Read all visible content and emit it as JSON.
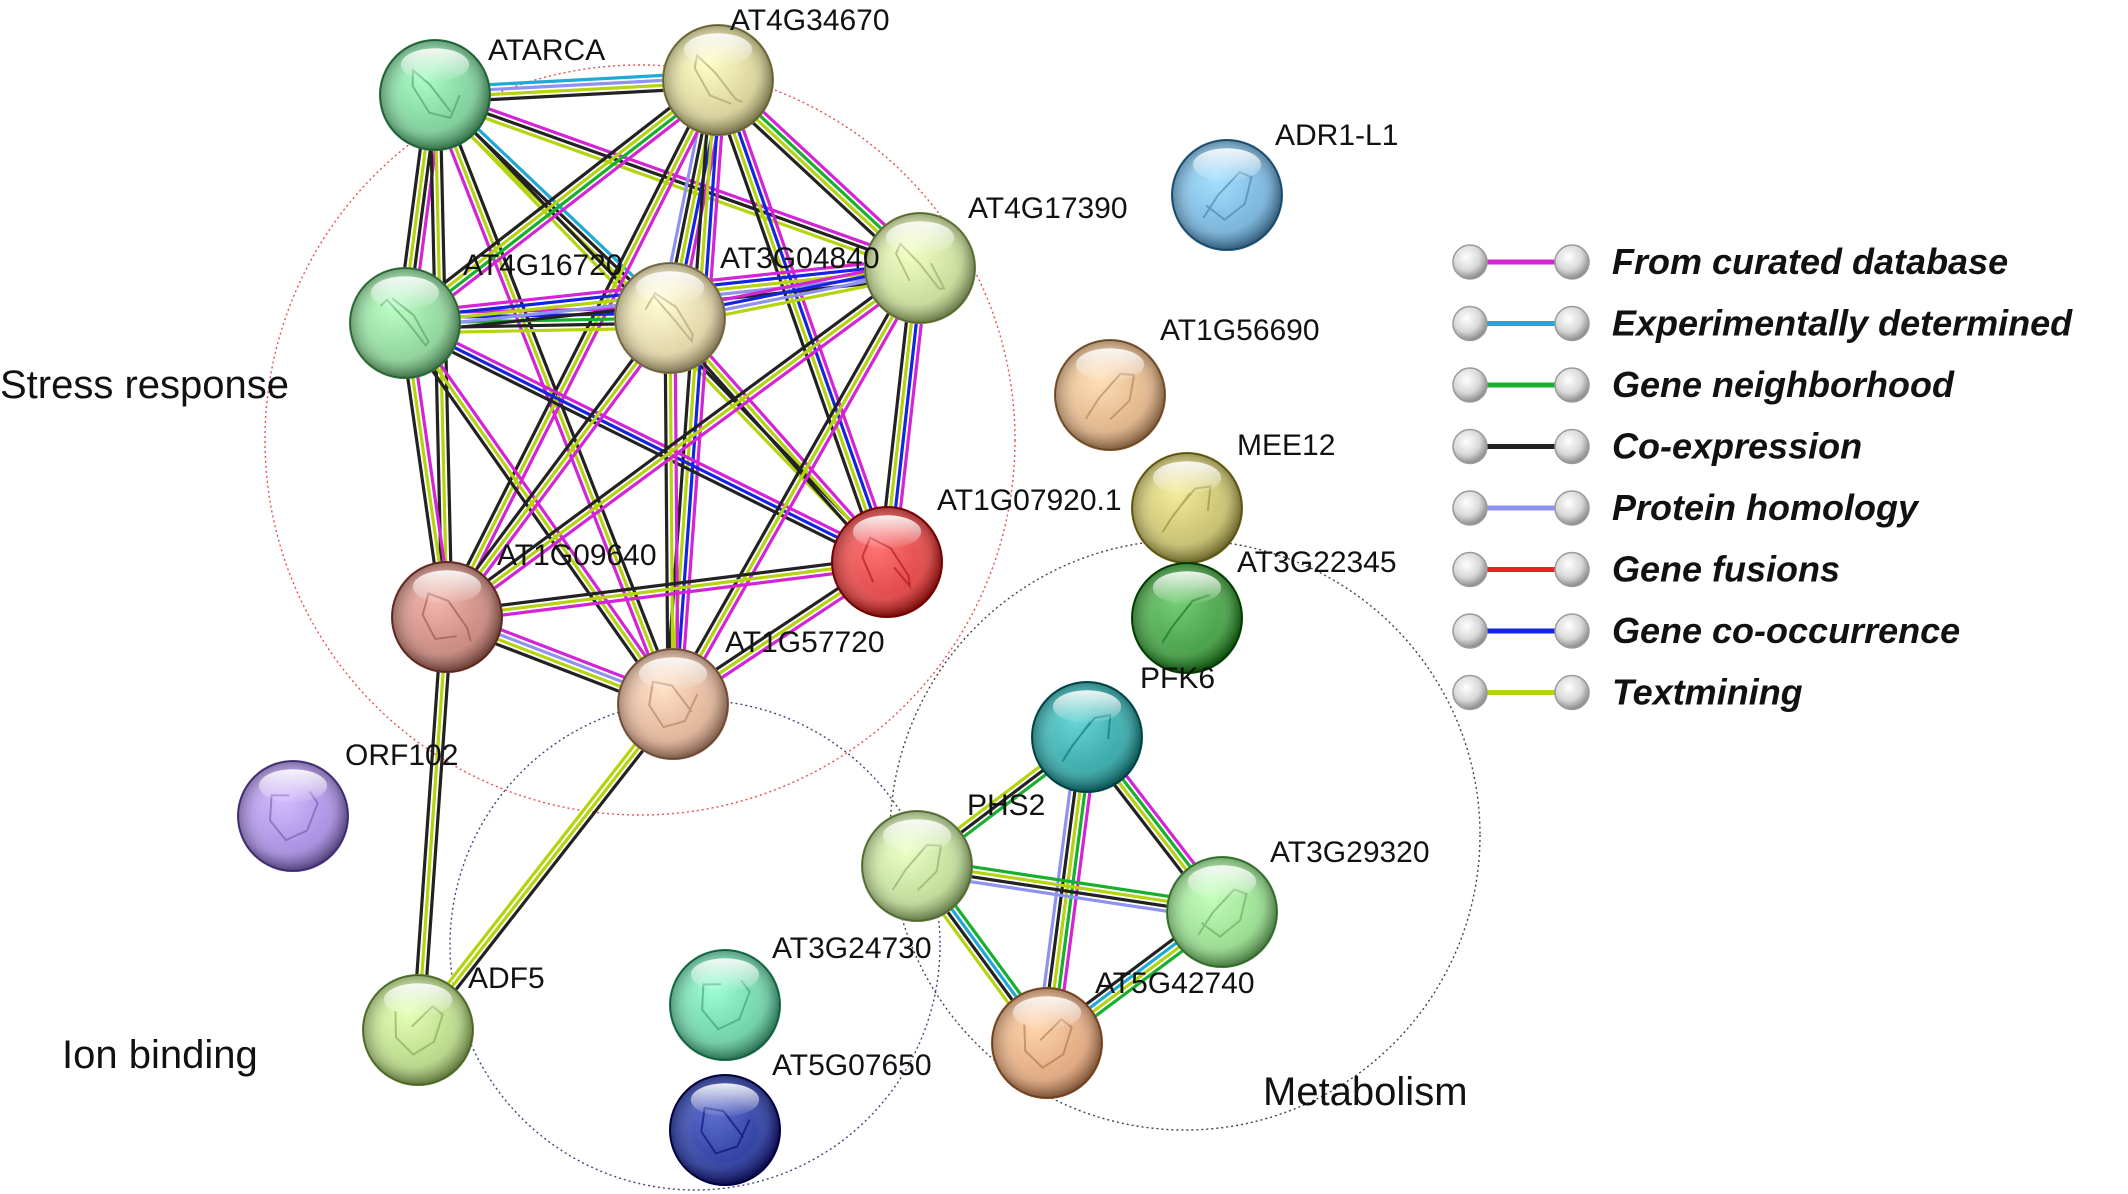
{
  "groups": [
    {
      "id": "stress",
      "label": "Stress response",
      "ring_color": "#e85050"
    },
    {
      "id": "ion",
      "label": "Ion binding",
      "ring_color": "#3a4a7a"
    },
    {
      "id": "metab",
      "label": "Metabolism",
      "ring_color": "#444444"
    }
  ],
  "evidence_types": [
    {
      "key": "curated",
      "label": "From curated database",
      "color": "#d324d6"
    },
    {
      "key": "experimental",
      "label": "Experimentally determined",
      "color": "#1fa9d6"
    },
    {
      "key": "neighborhood",
      "label": "Gene neighborhood",
      "color": "#16b02e"
    },
    {
      "key": "coexpression",
      "label": "Co-expression",
      "color": "#222222"
    },
    {
      "key": "homology",
      "label": "Protein homology",
      "color": "#8f93f0"
    },
    {
      "key": "fusion",
      "label": "Gene fusions",
      "color": "#ee1f1f"
    },
    {
      "key": "cooccurrence",
      "label": "Gene co-occurrence",
      "color": "#1424e0"
    },
    {
      "key": "textmining",
      "label": "Textmining",
      "color": "#b5d40f"
    }
  ],
  "nodes": [
    {
      "id": "ATARCA",
      "label": "ATARCA",
      "color": "#7fcf9a"
    },
    {
      "id": "AT4G34670",
      "label": "AT4G34670",
      "color": "#d8d29a"
    },
    {
      "id": "AT4G17390",
      "label": "AT4G17390",
      "color": "#c8dc9a"
    },
    {
      "id": "AT4G16720",
      "label": "AT4G16720",
      "color": "#8fd49a"
    },
    {
      "id": "AT3G04840",
      "label": "AT3G04840",
      "color": "#e2d4a8"
    },
    {
      "id": "AT1G07920.1",
      "label": "AT1G07920.1",
      "color": "#e04848"
    },
    {
      "id": "AT1G09640",
      "label": "AT1G09640",
      "color": "#c88a80"
    },
    {
      "id": "AT1G57720",
      "label": "AT1G57720",
      "color": "#e0b49a"
    },
    {
      "id": "ORF102",
      "label": "ORF102",
      "color": "#a890e0"
    },
    {
      "id": "ADF5",
      "label": "ADF5",
      "color": "#b8d88a"
    },
    {
      "id": "ADR1-L1",
      "label": "ADR1-L1",
      "color": "#7ab4dc"
    },
    {
      "id": "AT1G56690",
      "label": "AT1G56690",
      "color": "#e0b48a"
    },
    {
      "id": "MEE12",
      "label": "MEE12",
      "color": "#c8c070"
    },
    {
      "id": "AT3G22345",
      "label": "AT3G22345",
      "color": "#48a048"
    },
    {
      "id": "PFK6",
      "label": "PFK6",
      "color": "#3aa8a8"
    },
    {
      "id": "PHS2",
      "label": "PHS2",
      "color": "#c0dc9a"
    },
    {
      "id": "AT3G29320",
      "label": "AT3G29320",
      "color": "#98dc90"
    },
    {
      "id": "AT5G42740",
      "label": "AT5G42740",
      "color": "#e0a880"
    },
    {
      "id": "AT3G24730",
      "label": "AT3G24730",
      "color": "#70d0a8"
    },
    {
      "id": "AT5G07650",
      "label": "AT5G07650",
      "color": "#3040a0"
    }
  ],
  "edges": [
    {
      "source": "ATARCA",
      "target": "AT4G34670",
      "evidence": [
        "experimental",
        "homology",
        "textmining",
        "coexpression"
      ]
    },
    {
      "source": "ATARCA",
      "target": "AT4G16720",
      "evidence": [
        "curated",
        "coexpression",
        "textmining",
        "coexpression"
      ]
    },
    {
      "source": "ATARCA",
      "target": "AT3G04840",
      "evidence": [
        "experimental",
        "coexpression",
        "textmining"
      ]
    },
    {
      "source": "ATARCA",
      "target": "AT4G17390",
      "evidence": [
        "curated",
        "coexpression",
        "textmining"
      ]
    },
    {
      "source": "ATARCA",
      "target": "AT1G09640",
      "evidence": [
        "coexpression",
        "textmining",
        "coexpression"
      ]
    },
    {
      "source": "ATARCA",
      "target": "AT1G57720",
      "evidence": [
        "coexpression",
        "textmining",
        "curated"
      ]
    },
    {
      "source": "ATARCA",
      "target": "AT1G07920.1",
      "evidence": [
        "coexpression",
        "textmining"
      ]
    },
    {
      "source": "AT4G34670",
      "target": "AT4G16720",
      "evidence": [
        "curated",
        "neighborhood",
        "textmining",
        "coexpression"
      ]
    },
    {
      "source": "AT4G34670",
      "target": "AT3G04840",
      "evidence": [
        "curated",
        "cooccurrence",
        "textmining",
        "coexpression",
        "homology"
      ]
    },
    {
      "source": "AT4G34670",
      "target": "AT4G17390",
      "evidence": [
        "curated",
        "neighborhood",
        "textmining",
        "coexpression"
      ]
    },
    {
      "source": "AT4G34670",
      "target": "AT1G07920.1",
      "evidence": [
        "curated",
        "cooccurrence",
        "textmining",
        "coexpression"
      ]
    },
    {
      "source": "AT4G34670",
      "target": "AT1G09640",
      "evidence": [
        "curated",
        "textmining",
        "coexpression"
      ]
    },
    {
      "source": "AT4G34670",
      "target": "AT1G57720",
      "evidence": [
        "curated",
        "cooccurrence",
        "textmining",
        "coexpression"
      ]
    },
    {
      "source": "AT4G16720",
      "target": "AT3G04840",
      "evidence": [
        "curated",
        "cooccurrence",
        "neighborhood",
        "coexpression",
        "textmining"
      ]
    },
    {
      "source": "AT4G16720",
      "target": "AT4G17390",
      "evidence": [
        "curated",
        "cooccurrence",
        "textmining",
        "homology",
        "coexpression"
      ]
    },
    {
      "source": "AT4G16720",
      "target": "AT1G07920.1",
      "evidence": [
        "curated",
        "cooccurrence",
        "coexpression"
      ]
    },
    {
      "source": "AT4G16720",
      "target": "AT1G09640",
      "evidence": [
        "curated",
        "textmining",
        "coexpression"
      ]
    },
    {
      "source": "AT4G16720",
      "target": "AT1G57720",
      "evidence": [
        "curated",
        "textmining",
        "coexpression"
      ]
    },
    {
      "source": "AT3G04840",
      "target": "AT4G17390",
      "evidence": [
        "curated",
        "cooccurrence",
        "homology",
        "textmining"
      ]
    },
    {
      "source": "AT3G04840",
      "target": "AT1G07920.1",
      "evidence": [
        "curated",
        "textmining",
        "coexpression"
      ]
    },
    {
      "source": "AT3G04840",
      "target": "AT1G09640",
      "evidence": [
        "curated",
        "textmining",
        "coexpression"
      ]
    },
    {
      "source": "AT3G04840",
      "target": "AT1G57720",
      "evidence": [
        "curated",
        "textmining",
        "coexpression"
      ]
    },
    {
      "source": "AT4G17390",
      "target": "AT1G07920.1",
      "evidence": [
        "curated",
        "cooccurrence",
        "textmining",
        "coexpression"
      ]
    },
    {
      "source": "AT4G17390",
      "target": "AT1G09640",
      "evidence": [
        "curated",
        "textmining",
        "coexpression"
      ]
    },
    {
      "source": "AT4G17390",
      "target": "AT1G57720",
      "evidence": [
        "curated",
        "textmining",
        "coexpression"
      ]
    },
    {
      "source": "AT1G07920.1",
      "target": "AT1G09640",
      "evidence": [
        "curated",
        "textmining",
        "coexpression"
      ]
    },
    {
      "source": "AT1G07920.1",
      "target": "AT1G57720",
      "evidence": [
        "curated",
        "textmining",
        "coexpression"
      ]
    },
    {
      "source": "AT1G09640",
      "target": "AT1G57720",
      "evidence": [
        "curated",
        "homology",
        "textmining",
        "coexpression"
      ]
    },
    {
      "source": "AT1G09640",
      "target": "ADF5",
      "evidence": [
        "coexpression",
        "textmining",
        "coexpression"
      ]
    },
    {
      "source": "AT1G57720",
      "target": "ADF5",
      "evidence": [
        "coexpression",
        "textmining",
        "textmining"
      ]
    },
    {
      "source": "PFK6",
      "target": "PHS2",
      "evidence": [
        "neighborhood",
        "coexpression",
        "textmining"
      ]
    },
    {
      "source": "PFK6",
      "target": "AT3G29320",
      "evidence": [
        "curated",
        "neighborhood",
        "textmining",
        "coexpression"
      ]
    },
    {
      "source": "PFK6",
      "target": "AT5G42740",
      "evidence": [
        "curated",
        "neighborhood",
        "textmining",
        "coexpression",
        "homology"
      ]
    },
    {
      "source": "PHS2",
      "target": "AT3G29320",
      "evidence": [
        "neighborhood",
        "textmining",
        "coexpression",
        "homology"
      ]
    },
    {
      "source": "PHS2",
      "target": "AT5G42740",
      "evidence": [
        "neighborhood",
        "experimental",
        "coexpression",
        "textmining"
      ]
    },
    {
      "source": "AT3G29320",
      "target": "AT5G42740",
      "evidence": [
        "neighborhood",
        "textmining",
        "experimental",
        "coexpression"
      ]
    }
  ]
}
